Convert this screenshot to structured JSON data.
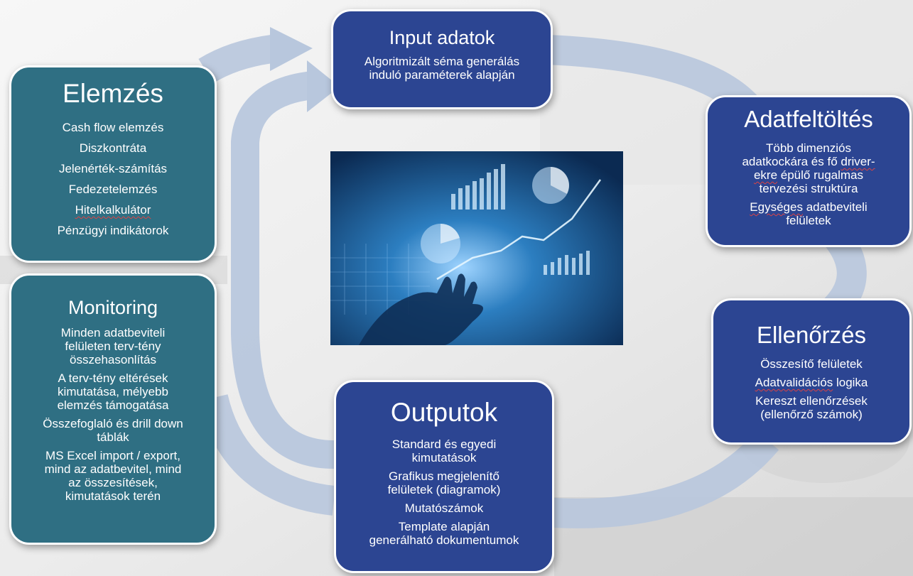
{
  "colors": {
    "teal": "#2f6f83",
    "navy": "#2c4592",
    "arrow": "#b8c7dd"
  },
  "input": {
    "title": "Input adatok",
    "lines": [
      "Algoritmizált séma generálás",
      "induló paraméterek alapján"
    ]
  },
  "elemzes": {
    "title": "Elemzés",
    "items": [
      "Cash flow elemzés",
      "Diszkontráta",
      "Jelenérték-számítás",
      "Fedezetelemzés",
      "Hitelkalkulátor",
      "Pénzügyi indikátorok"
    ]
  },
  "monitoring": {
    "title": "Monitoring",
    "groups": [
      [
        "Minden adatbeviteli",
        "felületen terv-tény",
        "összehasonlítás"
      ],
      [
        "A terv-tény eltérések",
        "kimutatása, mélyebb",
        "elemzés támogatása"
      ],
      [
        "Összefoglaló és drill down",
        "táblák"
      ],
      [
        "MS Excel import / export,",
        "mind az adatbevitel, mind",
        "az összesítések,",
        "kimutatások terén"
      ]
    ]
  },
  "adatfeltoltes": {
    "title": "Adatfeltöltés",
    "groups": [
      [
        "Több dimenziós",
        "adatkockára és fő driver-",
        "ekre épülő rugalmas",
        "tervezési struktúra"
      ],
      [
        "Egységes adatbeviteli",
        "felületek"
      ]
    ]
  },
  "ellenorzes": {
    "title": "Ellenőrzés",
    "groups": [
      [
        "Összesítő felületek"
      ],
      [
        "Adatvalidációs logika"
      ],
      [
        "Kereszt ellenőrzések",
        "(ellenőrző számok)"
      ]
    ]
  },
  "outputok": {
    "title": "Outputok",
    "groups": [
      [
        "Standard és egyedi",
        "kimutatások"
      ],
      [
        "Grafikus megjelenítő",
        "felületek (diagramok)"
      ],
      [
        "Mutatószámok"
      ],
      [
        "Template alapján",
        "generálható dokumentumok"
      ]
    ]
  },
  "image": {
    "icon": "analytics-hand-photo"
  }
}
